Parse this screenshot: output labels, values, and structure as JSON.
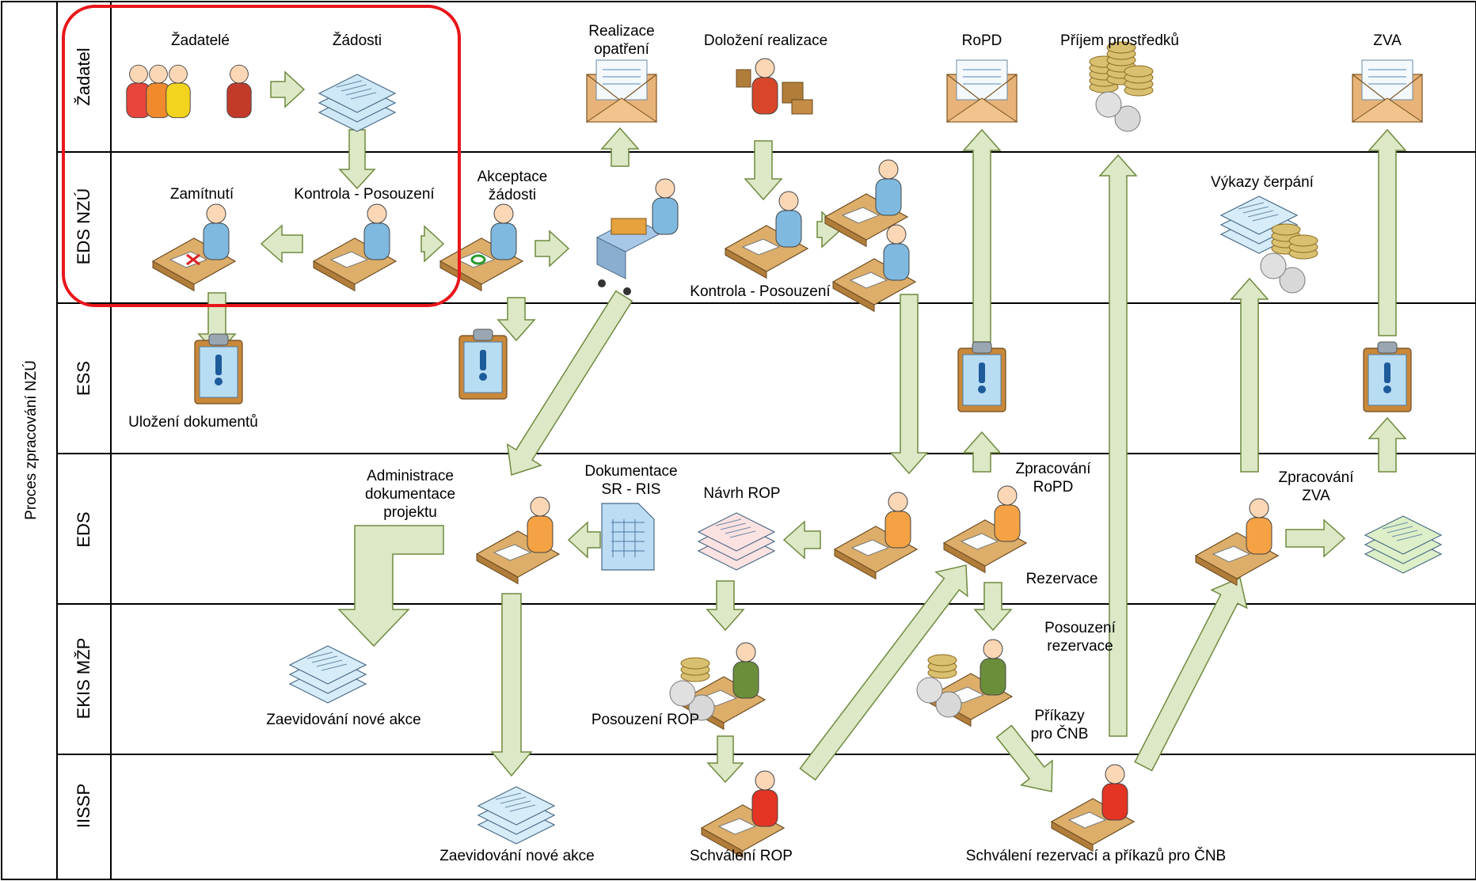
{
  "diagram": {
    "process_title": "Proces zpracování NZÚ",
    "lanes": [
      "Žadatel",
      "EDS NZÚ",
      "ESS",
      "EDS",
      "EKIS MŽP",
      "IISSP"
    ],
    "labels": {
      "zadatele": "Žadatelé",
      "zadosti": "Žádosti",
      "realizace_opatreni": "Realizace\nopatření",
      "dolozeni_realizace": "Doložení realizace",
      "ropd": "RoPD",
      "prijem_prostredku": "Příjem prostředků",
      "zva": "ZVA",
      "zamitnuti": "Zamítnutí",
      "kontrola_posouzeni_1": "Kontrola - Posouzení",
      "akceptace_zadosti": "Akceptace\nžádosti",
      "kontrola_posouzeni_2": "Kontrola - Posouzení",
      "vykazy_cerpani": "Výkazy čerpání",
      "ulozeni_dokumentu": "Uložení dokumentů",
      "administrace_dokumentace": "Administrace\ndokumentace\nprojektu",
      "dokumentace_sr_ris": "Dokumentace\nSR - RIS",
      "navrh_rop": "Návrh ROP",
      "zpracovani_ropd": "Zpracování\nRoPD",
      "rezervace": "Rezervace",
      "zpracovani_zva": "Zpracování\nZVA",
      "zaevidovani_1": "Zaevidování nové akce",
      "posouzeni_rop": "Posouzení ROP",
      "posouzeni_rezervace": "Posouzení\nrezervace",
      "prikazy_pro_cnb": "Příkazy\npro ČNB",
      "zaevidovani_2": "Zaevidování nové akce",
      "schvaleni_rop": "Schválení ROP",
      "schvaleni_rezervaci": "Schválení rezervací a příkazů pro ČNB"
    }
  },
  "colors": {
    "arrow_fill": "#dde8c7",
    "arrow_stroke": "#6e8a3e",
    "highlight": "#e8161b",
    "grid": "#000000",
    "envelope": "#e8b378",
    "doc_blue": "#bfe3f5",
    "coin": "#d9c070",
    "person_blue": "#7fb9e0",
    "person_orange": "#f4a244",
    "person_green": "#6b8e3a",
    "person_red": "#e43424"
  }
}
